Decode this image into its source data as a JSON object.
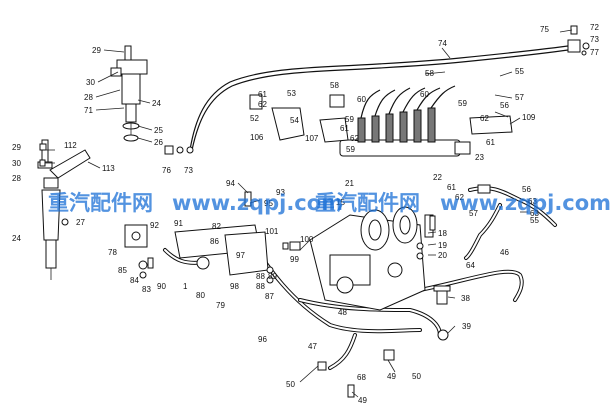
{
  "watermark": {
    "text_left": "重汽配件网",
    "text_mid": "www.zqpj.com",
    "text_right": "重汽配件网",
    "text_far": "www.zqpj.com",
    "color": "#1a6fd6"
  },
  "labels": {
    "l75": "75",
    "l72": "72",
    "l73": "73",
    "l74": "74",
    "l29": "29",
    "l30": "30",
    "l28": "28",
    "l71": "71",
    "l24": "24",
    "l25": "25",
    "l26": "26",
    "l58": "58",
    "l55": "55",
    "l57": "57",
    "l53": "53",
    "l61": "61",
    "l62": "62",
    "l60": "60",
    "l52": "52",
    "l54": "54",
    "l59": "59",
    "l56": "56",
    "l109": "109",
    "l106": "106",
    "l107": "107",
    "l112": "112",
    "l113": "113",
    "l76": "76",
    "l21": "21",
    "l22": "22",
    "l23": "23",
    "l27": "27",
    "l94": "94",
    "l93": "93",
    "l95": "95",
    "l15": "15",
    "l18": "18",
    "l19": "19",
    "l20": "20",
    "l63": "63",
    "l82": "82",
    "l92": "92",
    "l91": "91",
    "l78": "78",
    "l86": "86",
    "l101": "101",
    "l100": "100",
    "l97": "97",
    "l99": "99",
    "l64": "64",
    "l46": "46",
    "l85": "85",
    "l84": "84",
    "l83": "83",
    "l90": "90",
    "l1": "1",
    "l80": "80",
    "l79": "79",
    "l98": "98",
    "l88": "88",
    "l87": "87",
    "l89": "89",
    "l38": "38",
    "l48": "48",
    "l39": "39",
    "l96": "96",
    "l47": "47",
    "l50": "50",
    "l68": "68",
    "l49": "49",
    "l77": "77"
  }
}
